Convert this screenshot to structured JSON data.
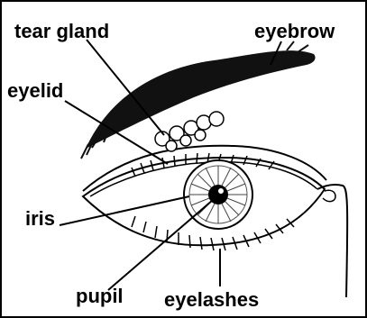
{
  "diagram": {
    "labels": {
      "tear_gland": "tear gland",
      "eyebrow": "eyebrow",
      "eyelid": "eyelid",
      "iris": "iris",
      "pupil": "pupil",
      "eyelashes": "eyelashes"
    }
  }
}
